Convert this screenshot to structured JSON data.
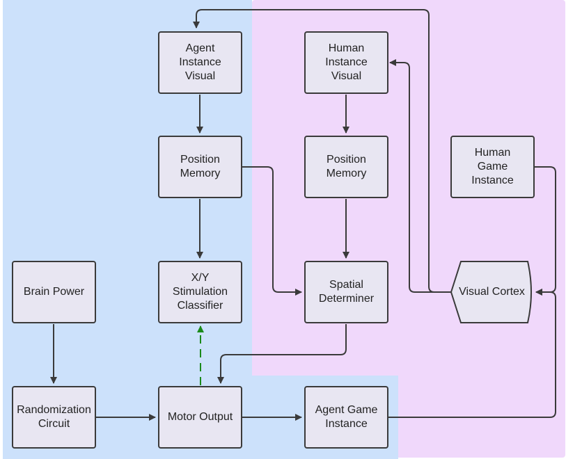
{
  "diagram": {
    "nodes": {
      "agent_instance_visual": "Agent\nInstance\nVisual",
      "human_instance_visual": "Human\nInstance\nVisual",
      "position_memory_agent": "Position\nMemory",
      "position_memory_human": "Position\nMemory",
      "human_game_instance": "Human\nGame\nInstance",
      "brain_power": "Brain Power",
      "xy_stimulation_classifier": "X/Y\nStimulation\nClassifier",
      "spatial_determiner": "Spatial\nDeterminer",
      "visual_cortex": "Visual Cortex",
      "randomization_circuit": "Randomization\nCircuit",
      "motor_output": "Motor Output",
      "agent_game_instance": "Agent Game\nInstance"
    },
    "colors": {
      "agent_region": "#cce1fb",
      "human_region": "#f0d8fb",
      "node_fill": "#e8e6f2",
      "stroke": "#3a3a3a",
      "dashed_arrow": "#1a8a1a"
    }
  }
}
